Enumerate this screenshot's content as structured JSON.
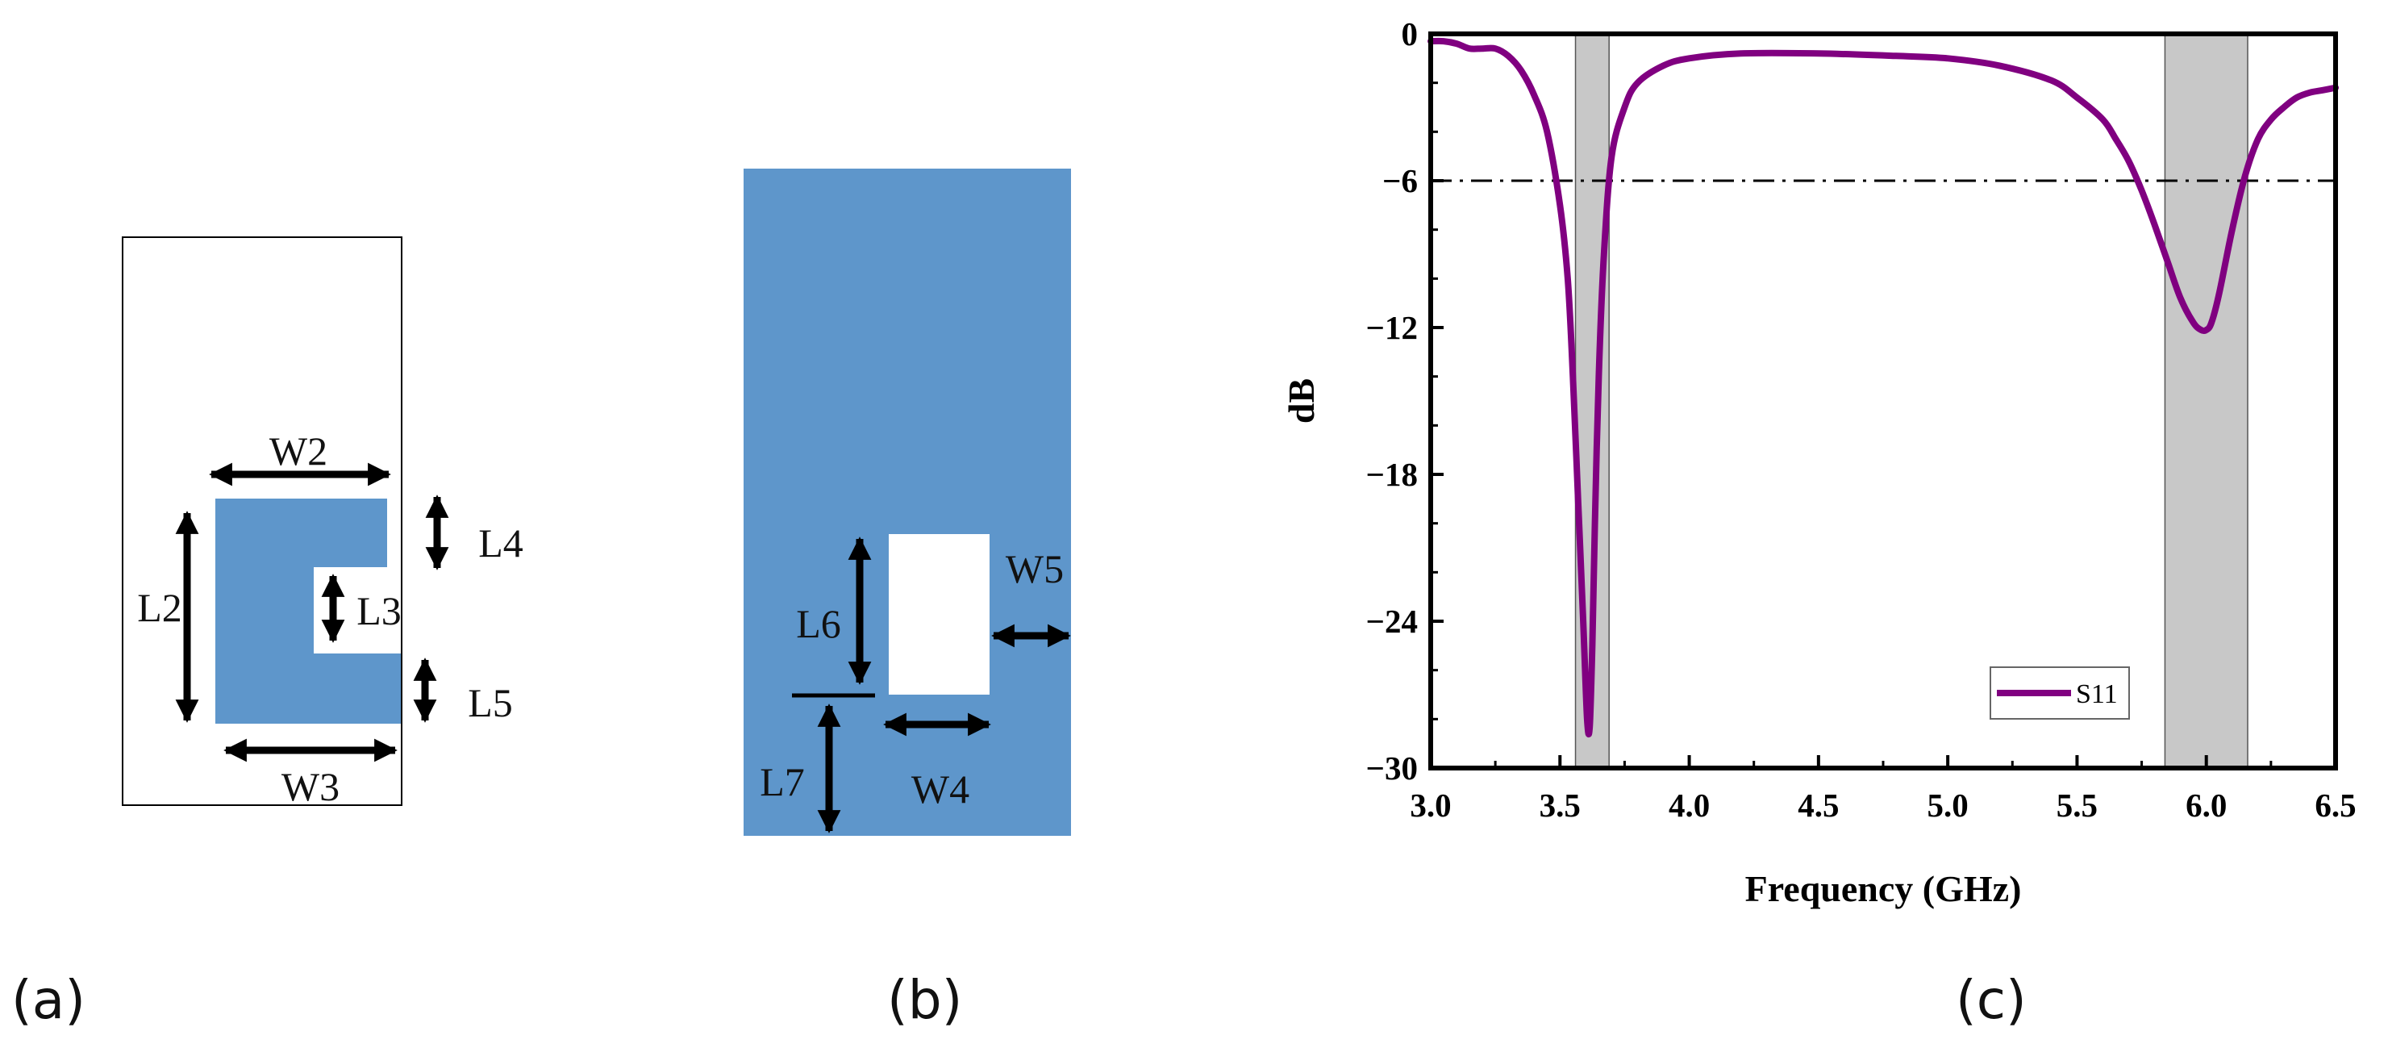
{
  "colors": {
    "patch": "#5e96cb",
    "curve": "#800080",
    "band": "#c8c8c8",
    "axis": "#000000"
  },
  "panels": {
    "a": {
      "label": "(a)",
      "dims": {
        "W2": "W2",
        "W3": "W3",
        "L2": "L2",
        "L3": "L3",
        "L4": "L4",
        "L5": "L5"
      }
    },
    "b": {
      "label": "(b)",
      "dims": {
        "W4": "W4",
        "W5": "W5",
        "L6": "L6",
        "L7": "L7"
      }
    },
    "c": {
      "label": "(c)"
    }
  },
  "chart_data": {
    "type": "line",
    "title": "",
    "xlabel": "Frequency (GHz)",
    "ylabel": "dB",
    "xlim": [
      3.0,
      6.5
    ],
    "ylim": [
      -30,
      0
    ],
    "xticks": [
      "3.0",
      "3.5",
      "4.0",
      "4.5",
      "5.0",
      "5.5",
      "6.0",
      "6.5"
    ],
    "xtick_values": [
      3.0,
      3.5,
      4.0,
      4.5,
      5.0,
      5.5,
      6.0,
      6.5
    ],
    "yticks": [
      "0",
      "−6",
      "−12",
      "−18",
      "−24",
      "−30"
    ],
    "ytick_values": [
      0,
      -6,
      -12,
      -18,
      -24,
      -30
    ],
    "grid": false,
    "legend": "bottom-right",
    "reference_line": {
      "y": -6,
      "style": "dash-dot"
    },
    "shaded_bands": [
      [
        3.56,
        3.69
      ],
      [
        5.84,
        6.16
      ]
    ],
    "series": [
      {
        "name": "S11",
        "x": [
          3.0,
          3.05,
          3.1,
          3.15,
          3.2,
          3.25,
          3.3,
          3.35,
          3.4,
          3.45,
          3.5,
          3.53,
          3.55,
          3.57,
          3.59,
          3.605,
          3.615,
          3.625,
          3.635,
          3.65,
          3.67,
          3.7,
          3.75,
          3.8,
          3.9,
          4.0,
          4.2,
          4.5,
          4.8,
          5.0,
          5.2,
          5.4,
          5.5,
          5.6,
          5.65,
          5.7,
          5.75,
          5.8,
          5.85,
          5.9,
          5.95,
          5.98,
          6.0,
          6.02,
          6.05,
          6.1,
          6.15,
          6.2,
          6.25,
          6.3,
          6.35,
          6.4,
          6.45,
          6.5
        ],
        "y": [
          -0.3,
          -0.3,
          -0.4,
          -0.6,
          -0.6,
          -0.6,
          -0.9,
          -1.5,
          -2.5,
          -4.0,
          -7.0,
          -10.0,
          -14.0,
          -19.0,
          -24.0,
          -28.0,
          -28.3,
          -25.0,
          -20.0,
          -14.0,
          -9.0,
          -5.0,
          -3.0,
          -2.0,
          -1.3,
          -1.0,
          -0.8,
          -0.8,
          -0.9,
          -1.0,
          -1.3,
          -1.9,
          -2.6,
          -3.5,
          -4.3,
          -5.2,
          -6.4,
          -7.8,
          -9.3,
          -10.8,
          -11.8,
          -12.1,
          -12.1,
          -11.8,
          -10.6,
          -8.0,
          -5.8,
          -4.3,
          -3.5,
          -3.0,
          -2.6,
          -2.4,
          -2.3,
          -2.2
        ]
      }
    ]
  }
}
